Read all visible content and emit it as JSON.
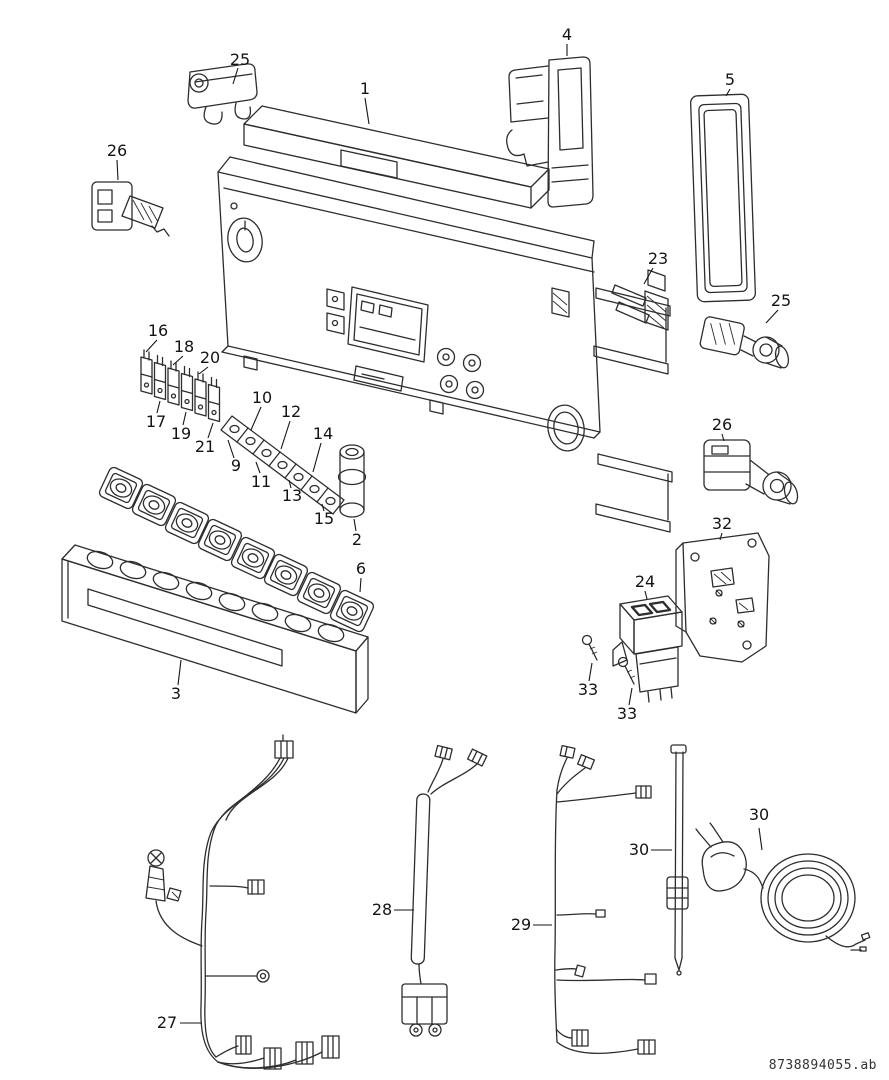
{
  "page": {
    "background": "#ffffff",
    "line_color": "#2d2d2d",
    "reference_code": "8738894055.ab"
  },
  "callouts": [
    {
      "id": "c25a",
      "label": "25"
    },
    {
      "id": "c4",
      "label": "4"
    },
    {
      "id": "c5",
      "label": "5"
    },
    {
      "id": "c1",
      "label": "1"
    },
    {
      "id": "c26a",
      "label": "26"
    },
    {
      "id": "c23",
      "label": "23"
    },
    {
      "id": "c25b",
      "label": "25"
    },
    {
      "id": "c16",
      "label": "16"
    },
    {
      "id": "c18",
      "label": "18"
    },
    {
      "id": "c20",
      "label": "20"
    },
    {
      "id": "c17",
      "label": "17"
    },
    {
      "id": "c19",
      "label": "19"
    },
    {
      "id": "c21",
      "label": "21"
    },
    {
      "id": "c10",
      "label": "10"
    },
    {
      "id": "c12",
      "label": "12"
    },
    {
      "id": "c14",
      "label": "14"
    },
    {
      "id": "c9",
      "label": "9"
    },
    {
      "id": "c11",
      "label": "11"
    },
    {
      "id": "c13",
      "label": "13"
    },
    {
      "id": "c15",
      "label": "15"
    },
    {
      "id": "c2",
      "label": "2"
    },
    {
      "id": "c26b",
      "label": "26"
    },
    {
      "id": "c32",
      "label": "32"
    },
    {
      "id": "c6",
      "label": "6"
    },
    {
      "id": "c24",
      "label": "24"
    },
    {
      "id": "c33a",
      "label": "33"
    },
    {
      "id": "c33b",
      "label": "33"
    },
    {
      "id": "c3",
      "label": "3"
    },
    {
      "id": "c27",
      "label": "27"
    },
    {
      "id": "c28",
      "label": "28"
    },
    {
      "id": "c29",
      "label": "29"
    },
    {
      "id": "c30a",
      "label": "30"
    },
    {
      "id": "c30b",
      "label": "30"
    }
  ]
}
